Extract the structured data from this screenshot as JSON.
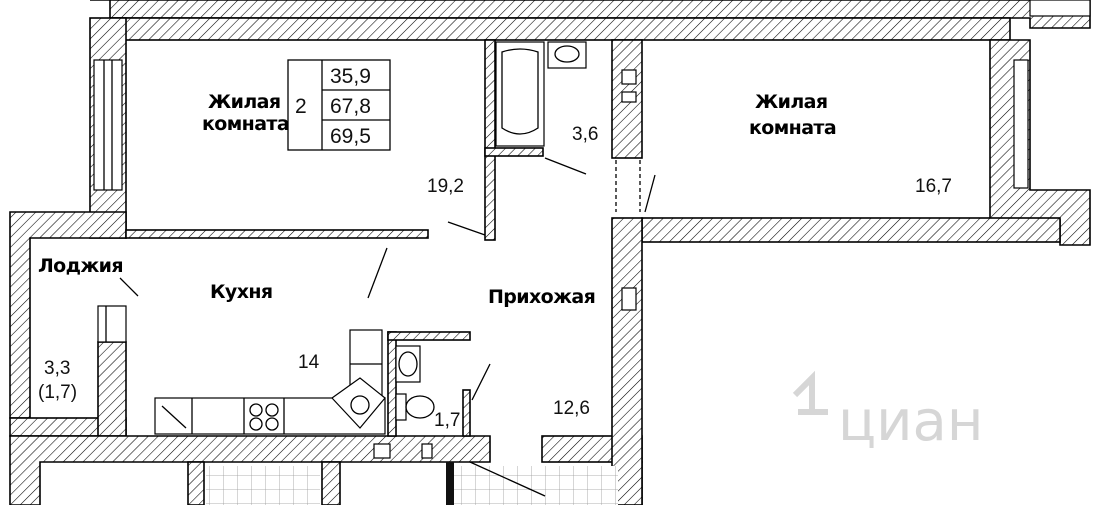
{
  "legend": {
    "rooms_count": "2",
    "living_area": "35,9",
    "total_area": "67,8",
    "area_with_loggia": "69,5"
  },
  "rooms": {
    "living_room_1": {
      "name_line1": "Жилая",
      "name_line2": "комната",
      "area": "19,2"
    },
    "living_room_2": {
      "name_line1": "Жилая",
      "name_line2": "комната",
      "area": "16,7"
    },
    "kitchen": {
      "name": "Кухня",
      "area": "14"
    },
    "hallway": {
      "name": "Прихожая",
      "area": "12,6"
    },
    "loggia": {
      "name": "Лоджия",
      "area": "3,3",
      "area_reduced": "(1,7)"
    },
    "bathroom": {
      "area": "3,6"
    },
    "toilet": {
      "area": "1,7"
    }
  },
  "watermark": {
    "brand": "циан"
  },
  "colors": {
    "wall_outline": "#000000",
    "hatch": "#000000",
    "background": "#ffffff",
    "watermark": "#d6d6d6"
  }
}
